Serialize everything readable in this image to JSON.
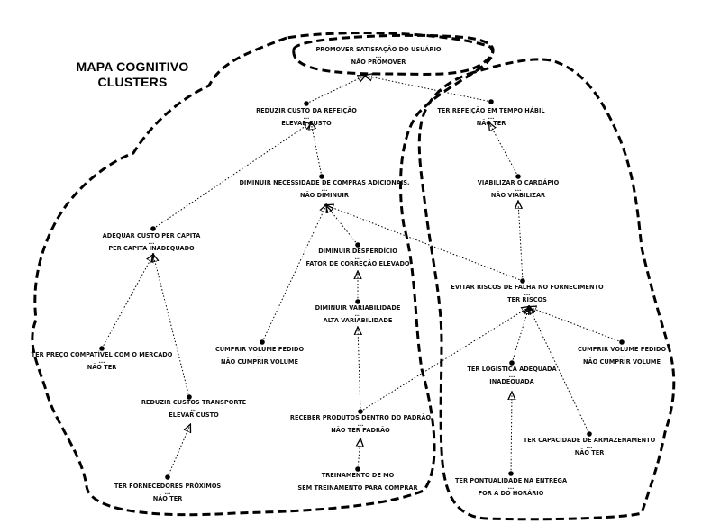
{
  "title": {
    "line1": "MAPA COGNITIVO",
    "line2": "CLUSTERS"
  },
  "nodes": {
    "promover": {
      "a": "PROMOVER SATISFAÇÃO DO USUÁRIO",
      "sep": "...",
      "b": "NÃO PROMOVER"
    },
    "reduzir_custo": {
      "a": "REDUZIR CUSTO DA REFEIÇÃO",
      "sep": "...",
      "b": "ELEVAR CUSTO"
    },
    "ter_refeicao": {
      "a": "TER REFEIÇÃO EM TEMPO HÁBIL",
      "sep": "...",
      "b": "NÃO TER"
    },
    "diminuir_nec": {
      "a": "DIMINUIR NECESSIDADE DE COMPRAS ADICIONAIS.",
      "sep": "...",
      "b": "NÃO DIMINUIR"
    },
    "viabilizar": {
      "a": "VIABILIZAR O CARDÁPIO",
      "sep": "...",
      "b": "NÃO VIABILIZAR"
    },
    "adequar": {
      "a": "ADEQUAR CUSTO  PER CAPITA",
      "sep": "...",
      "b": "PER CAPITA INADEQUADO"
    },
    "diminuir_desp": {
      "a": "DIMINUIR DESPERDÍCIO",
      "sep": "...",
      "b": "FATOR DE CORREÇÃO ELEVADO"
    },
    "evitar": {
      "a": "EVITAR RISCOS DE FALHA NO FORNECIMENTO",
      "sep": "...",
      "b": "TER RISCOS"
    },
    "diminuir_var": {
      "a": "DIMINUIR  VARIABILIDADE",
      "sep": "...",
      "b": "ALTA VARIABILIDADE"
    },
    "cumprir_vol": {
      "a": "CUMPRIR VOLUME PEDIDO",
      "sep": "...",
      "b": "NÃO CUMPRIR VOLUME"
    },
    "cumprir_vol2": {
      "a": "CUMPRIR VOLUME PEDIDO",
      "sep": "...",
      "b": "NÃO CUMPRIR VOLUME"
    },
    "ter_preco": {
      "a": "TER PREÇO COMPATÍVEL COM O MERCADO",
      "sep": "...",
      "b": "NÃO TER"
    },
    "ter_logistica": {
      "a": "TER LOGÍSTICA ADEQUADA",
      "sep": "...",
      "b": "INADEQUADA"
    },
    "reduzir_transp": {
      "a": "REDUZIR CUSTOS TRANSPORTE",
      "sep": "...",
      "b": "ELEVAR CUSTO"
    },
    "receber": {
      "a": "RECEBER PRODUTOS DENTRO DO PADRÃO",
      "sep": "...",
      "b": "NÃO  TER PADRÃO"
    },
    "ter_capacidade": {
      "a": "TER CAPACIDADE DE ARMAZENAMENTO",
      "sep": "...",
      "b": "NÃO TER"
    },
    "treinamento": {
      "a": "TREINAMENTO DE MO",
      "sep": "...",
      "b": "SEM TREINAMENTO PARA COMPRAR"
    },
    "ter_fornecedores": {
      "a": "TER FORNECEDORES PRÓXIMOS",
      "sep": "...",
      "b": "NÃO TER"
    },
    "ter_pontualidade": {
      "a": "TER PONTUALIDADE NA ENTREGA",
      "sep": "...",
      "b": "FOR A DO HORÁRIO"
    }
  },
  "links": [
    {
      "from": "reduzir_custo",
      "to": "promover"
    },
    {
      "from": "ter_refeicao",
      "to": "promover"
    },
    {
      "from": "diminuir_nec",
      "to": "reduzir_custo"
    },
    {
      "from": "adequar",
      "to": "reduzir_custo"
    },
    {
      "from": "viabilizar",
      "to": "ter_refeicao"
    },
    {
      "from": "evitar",
      "to": "viabilizar"
    },
    {
      "from": "evitar",
      "to": "diminuir_nec"
    },
    {
      "from": "diminuir_desp",
      "to": "diminuir_nec"
    },
    {
      "from": "cumprir_vol",
      "to": "diminuir_nec"
    },
    {
      "from": "diminuir_var",
      "to": "diminuir_desp"
    },
    {
      "from": "receber",
      "to": "diminuir_var"
    },
    {
      "from": "receber",
      "to": "evitar"
    },
    {
      "from": "treinamento",
      "to": "receber"
    },
    {
      "from": "ter_preco",
      "to": "adequar"
    },
    {
      "from": "reduzir_transp",
      "to": "adequar"
    },
    {
      "from": "ter_fornecedores",
      "to": "reduzir_transp"
    },
    {
      "from": "ter_logistica",
      "to": "evitar"
    },
    {
      "from": "cumprir_vol2",
      "to": "evitar"
    },
    {
      "from": "ter_capacidade",
      "to": "evitar"
    },
    {
      "from": "ter_pontualidade",
      "to": "ter_logistica"
    }
  ]
}
